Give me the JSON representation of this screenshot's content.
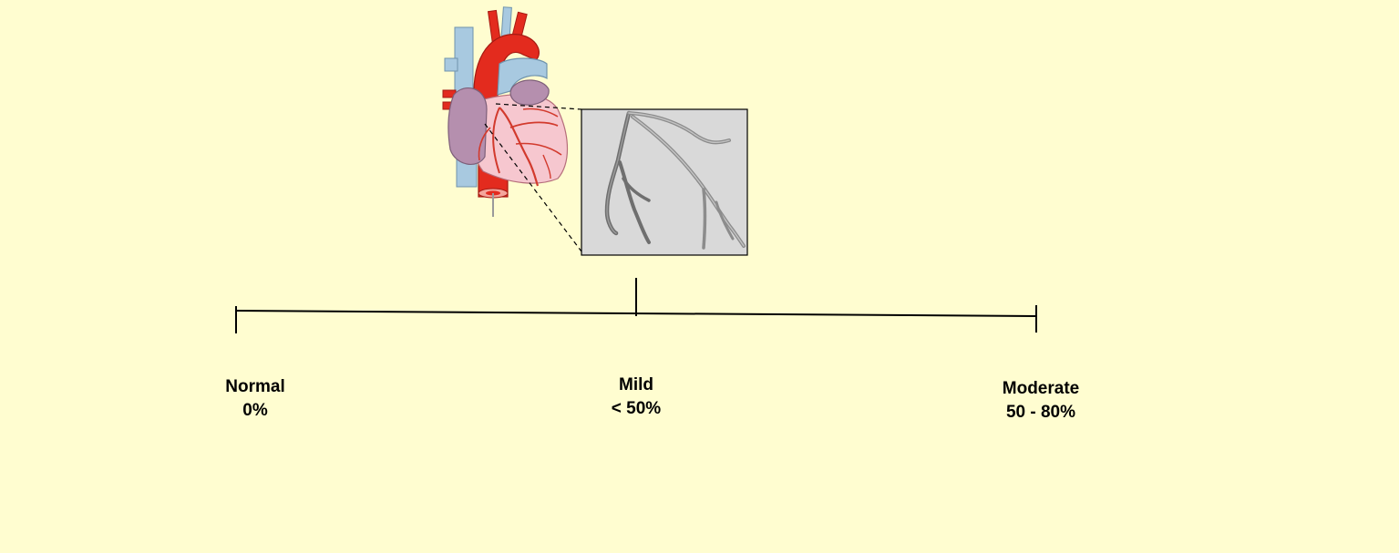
{
  "scale": {
    "stages": [
      {
        "name": "Normal",
        "range": "0%"
      },
      {
        "name": "Mild",
        "range": "< 50%"
      },
      {
        "name": "Moderate",
        "range": "50 - 80%"
      }
    ]
  },
  "colors": {
    "background": "#fffdd0",
    "artery_red": "#e32b1e",
    "vein_blue": "#a8c9e0",
    "heart_pink": "#f6c7cf",
    "atrium_purple": "#b58fae",
    "angiogram_bg": "#d9d9d9",
    "vessel_gray": "#8a8a8a"
  },
  "illustration": {
    "subject": "heart-with-coronary-arteries",
    "inset": "coronary-angiogram"
  }
}
